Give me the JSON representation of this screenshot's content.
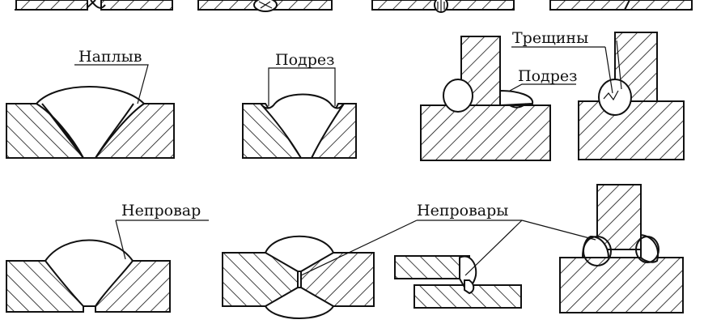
{
  "labels": {
    "naplyv": "Наплыв",
    "podrez_1": "Подрез",
    "treshchiny": "Трещины",
    "podrez_2": "Подрез",
    "neprovar": "Непровар",
    "neprovary": "Непровары"
  }
}
